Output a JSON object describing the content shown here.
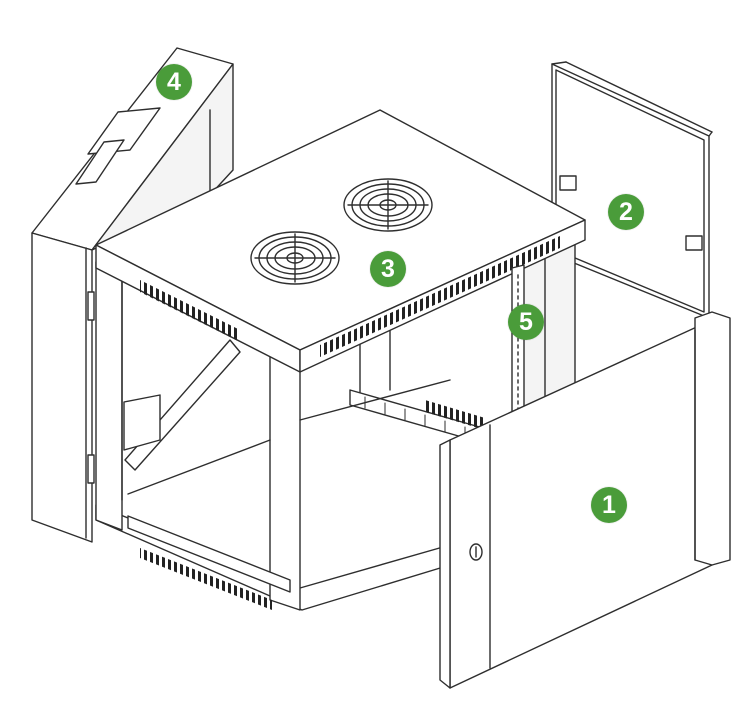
{
  "colors": {
    "badge": "#4a9c3a",
    "stroke": "#2e2e2e",
    "panel_fill": "#ffffff",
    "shade": "#e9e9e9",
    "background": "#ffffff"
  },
  "callouts": {
    "front_door": "1",
    "side_panel": "2",
    "top_fans": "3",
    "wall_mount_back": "4",
    "mounting_rail": "5"
  }
}
